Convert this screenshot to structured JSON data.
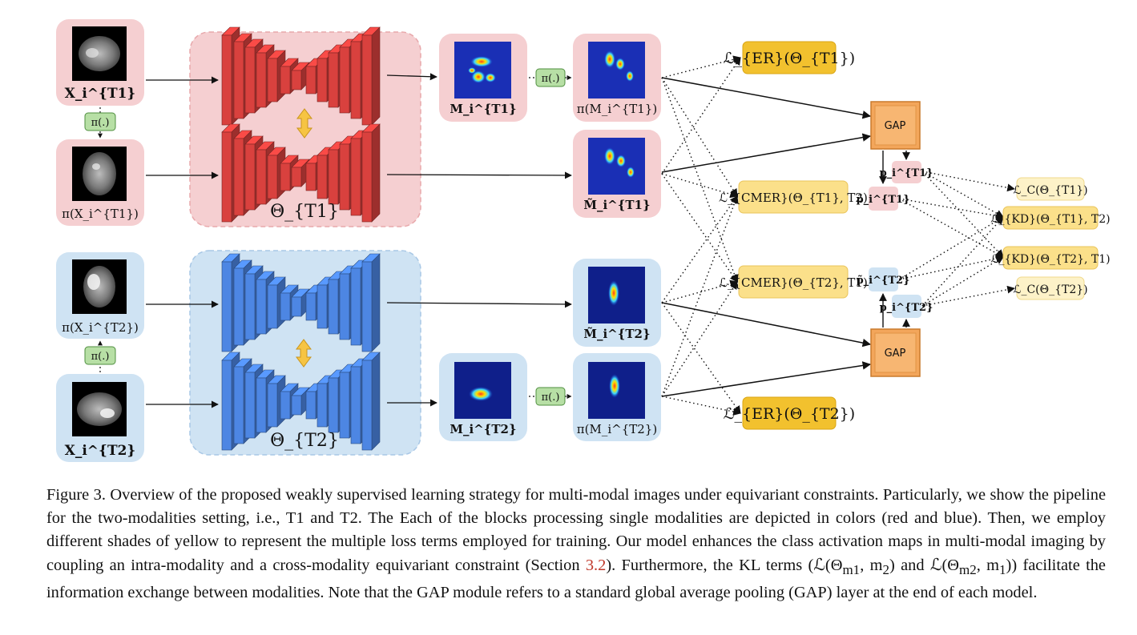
{
  "colors": {
    "red_panel": "#f5cfd1",
    "red_block": "#d9413e",
    "blue_panel": "#cfe3f3",
    "blue_block": "#4d86e3",
    "loss_dark": "#f2c12e",
    "loss_mid": "#fbe08a",
    "loss_light": "#fdf2c8",
    "gap": "#f3a65b",
    "pi_box": "#b7dfa5"
  },
  "icons": [
    "mri-image-icon",
    "activation-map-icon",
    "double-arrow-icon"
  ],
  "labels": {
    "x_t1": "X_i^{T1}",
    "pi_x_t1": "π(X_i^{T1})",
    "pi_x_t2": "π(X_i^{T2})",
    "x_t2": "X_i^{T2}",
    "pi_op": "π(.)",
    "theta_t1": "Θ_{T1}",
    "theta_t2": "Θ_{T2}",
    "m_t1": "M_i^{T1}",
    "pi_m_t1": "π(M_i^{T1})",
    "mt_t1": "M̃_i^{T1}",
    "mt_t2": "M̃_i^{T2}",
    "m_t2": "M_i^{T2}",
    "pi_m_t2": "π(M_i^{T2})",
    "gap": "GAP",
    "p_t1": "p_i^{T1}",
    "pt_t1": "p̃_i^{T1}",
    "pt_t2": "p̃_i^{T2}",
    "p_t2": "p_i^{T2}"
  },
  "losses": {
    "er_t1": "ℒ_{ER}(Θ_{T1})",
    "cmer_t1": "ℒ_{CMER}(Θ_{T1}, T2)",
    "cmer_t2": "ℒ_{CMER}(Θ_{T2}, T1)",
    "er_t2": "ℒ_{ER}(Θ_{T2})",
    "c_t1": "ℒ_C(Θ_{T1})",
    "kd_t1": "ℒ_{KD}(Θ_{T1}, T2)",
    "kd_t2": "ℒ_{KD}(Θ_{T2}, T1)",
    "c_t2": "ℒ_C(Θ_{T2})"
  },
  "caption": {
    "p1": "Figure 3. Overview of the proposed weakly supervised learning strategy for multi-modal images under equivariant constraints. Particularly, we show the pipeline for the two-modalities setting, i.e., T1 and T2. The Each of the blocks processing single modalities are depicted in colors (red and blue). Then, we employ different shades of yellow to represent the multiple loss terms employed for training. Our model enhances the class activation maps in multi-modal imaging by coupling an intra-modality and a cross-modality equivariant constraint (Section ",
    "ref": "3.2",
    "p2": "). Furthermore, the KL terms (ℒ(Θ",
    "sub1": "m1",
    "p3": ", m",
    "sub2": "2",
    "p4": ") and ℒ(Θ",
    "sub3": "m2",
    "p5": ", m",
    "sub4": "1",
    "p6": ")) facilitate the information exchange between modalities. Note that the GAP module refers to a standard global average pooling (GAP) layer at the end of each model."
  }
}
